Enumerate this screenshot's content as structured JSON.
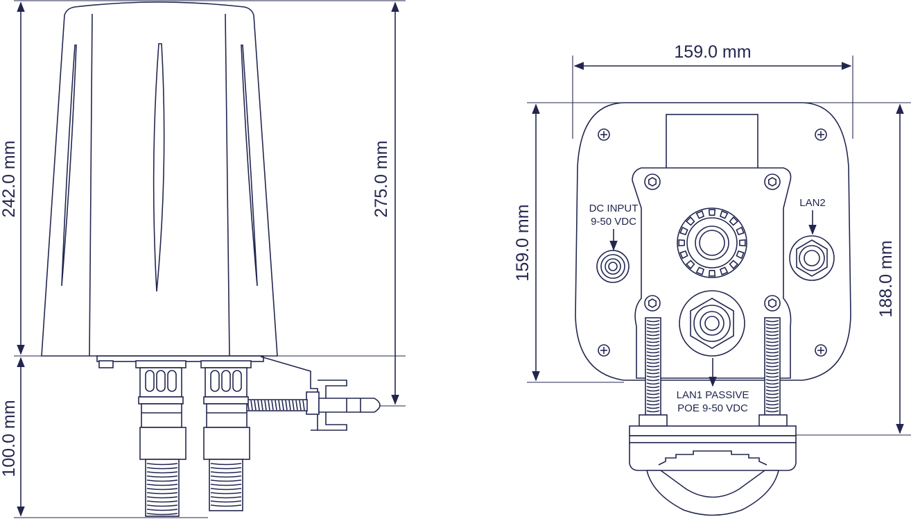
{
  "side_view": {
    "dim_height_body": "242.0 mm",
    "dim_height_total": "275.0 mm",
    "dim_height_bottom": "100.0 mm"
  },
  "front_view": {
    "dim_width": "159.0 mm",
    "dim_height_left": "159.0 mm",
    "dim_height_right": "188.0 mm",
    "dc_input_line1": "DC INPUT",
    "dc_input_line2": "9-50 VDC",
    "lan2": "LAN2",
    "lan1_line1": "LAN1 PASSIVE",
    "lan1_line2": "POE 9-50 VDC"
  },
  "colors": {
    "line": "#22264f",
    "background": "#ffffff"
  }
}
